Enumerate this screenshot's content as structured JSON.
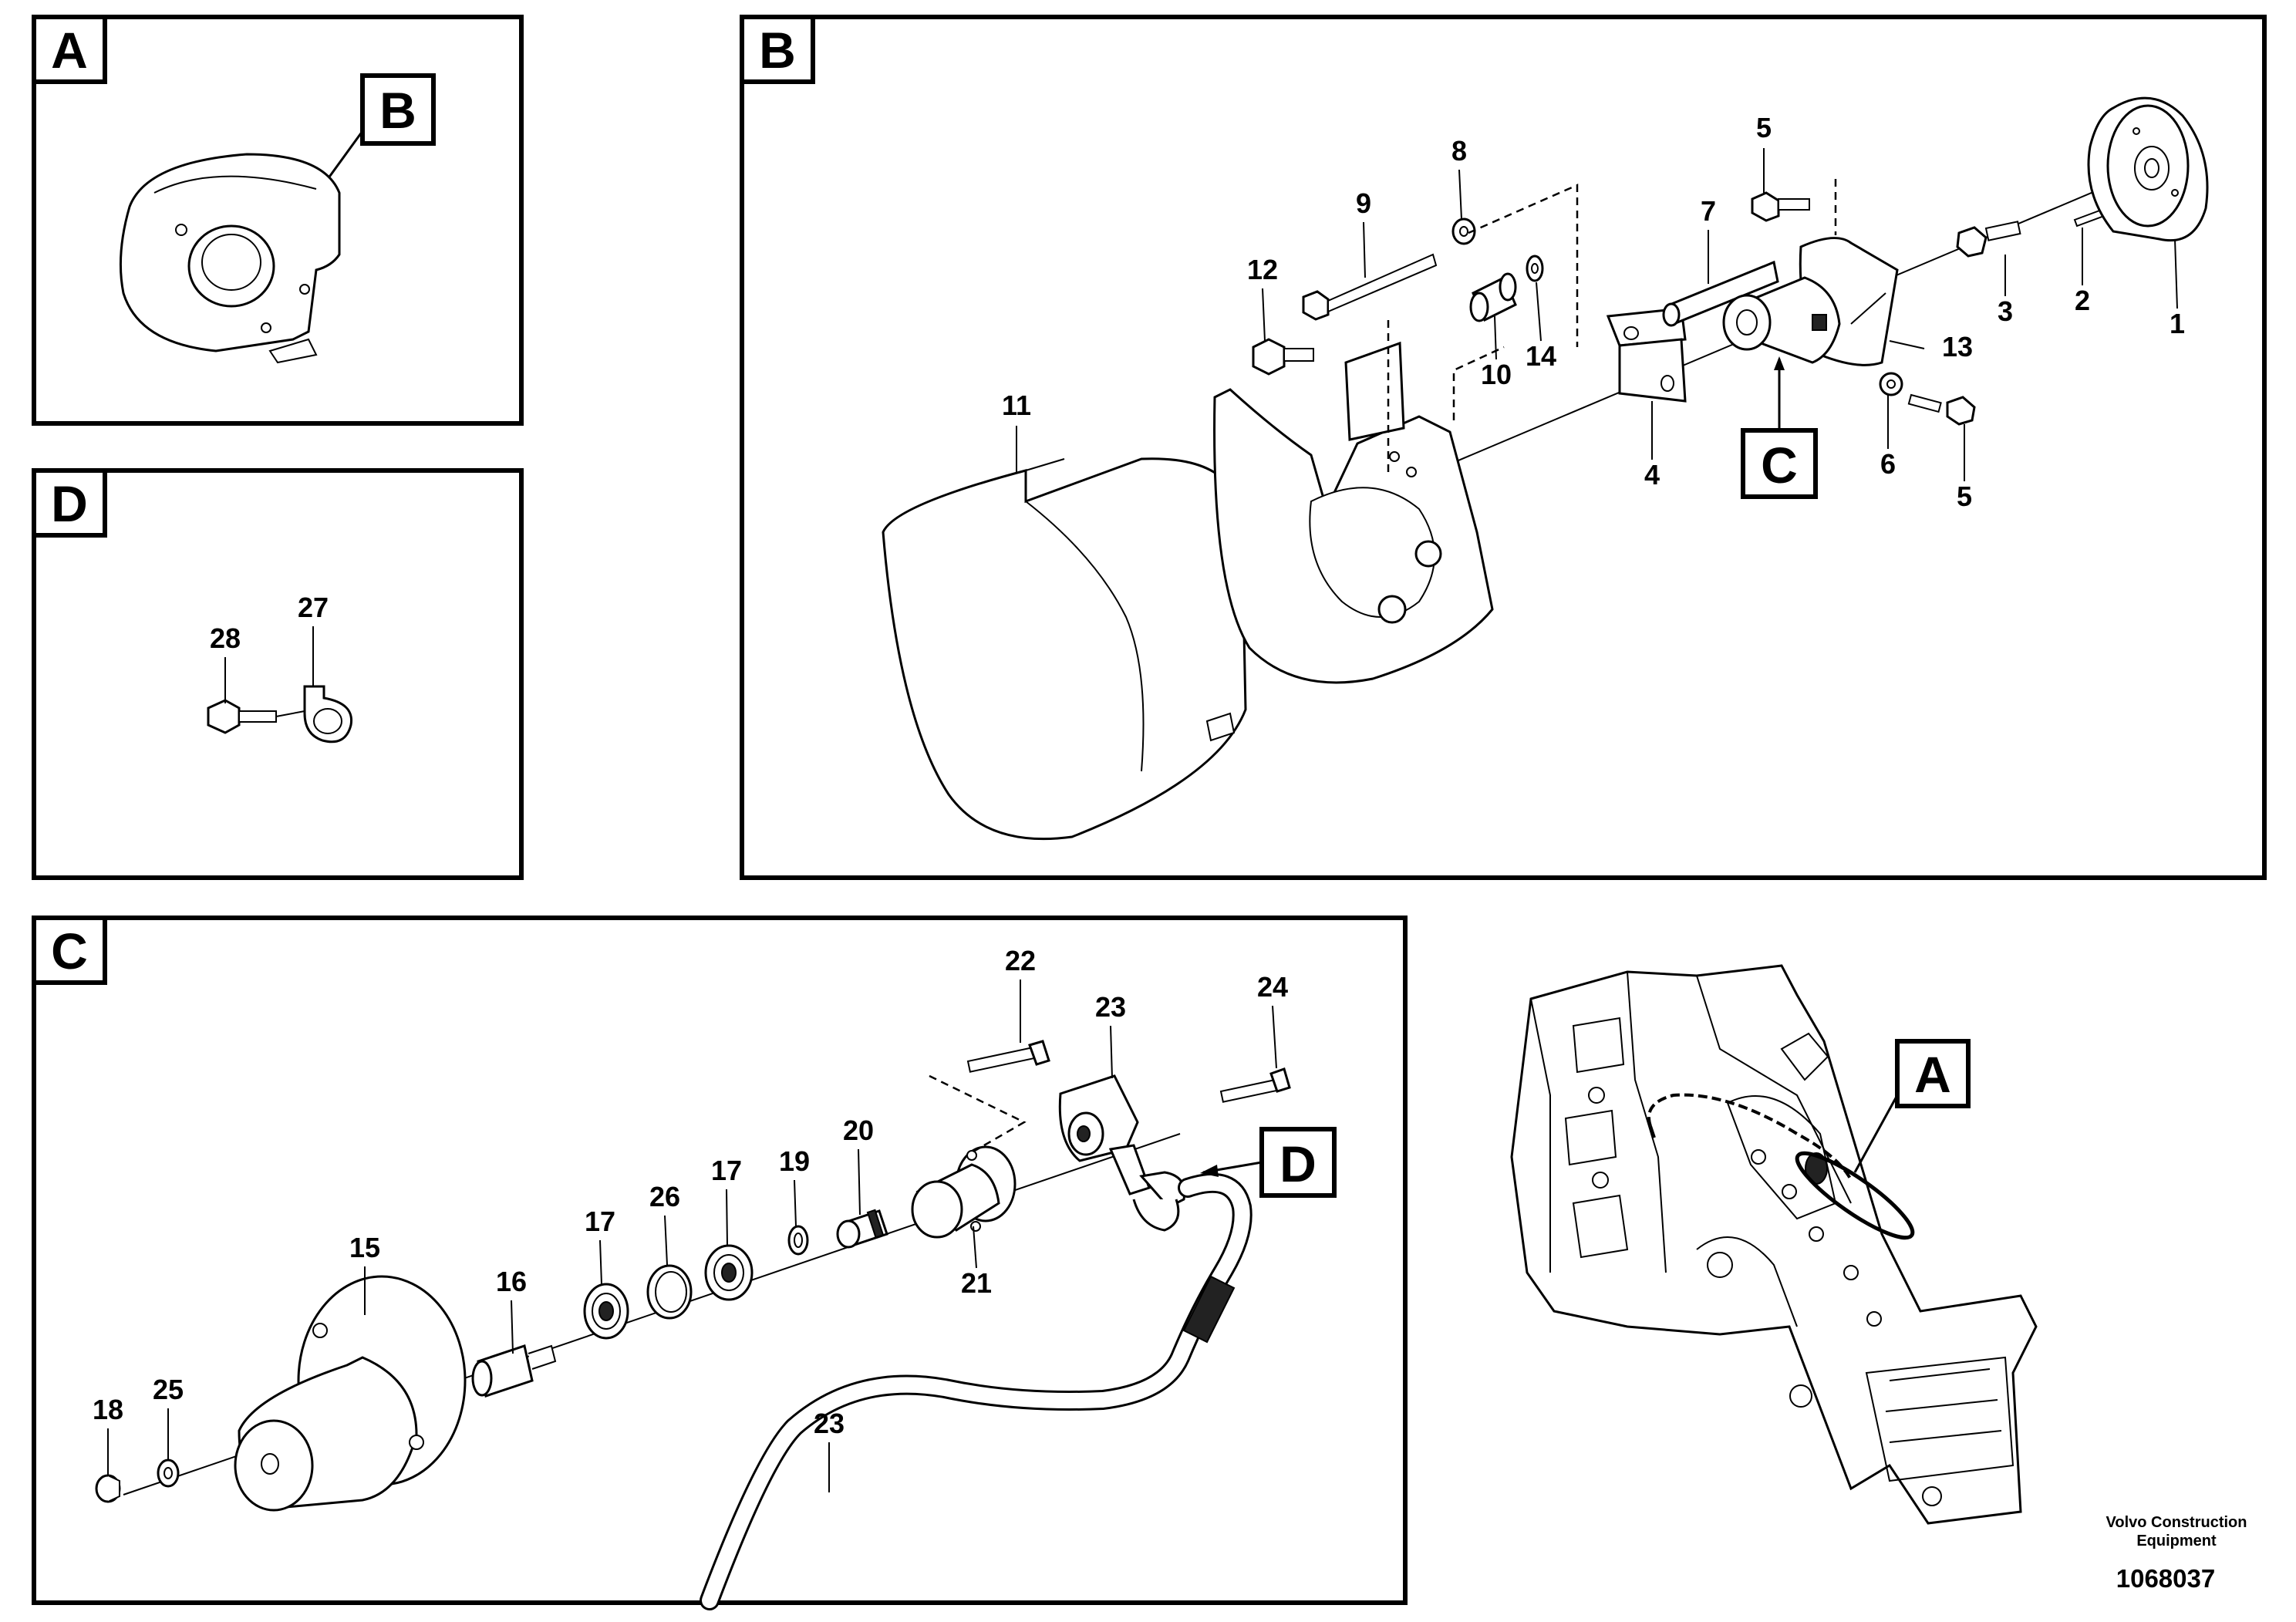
{
  "panels": {
    "a": {
      "tag": "A",
      "callout": "B"
    },
    "b": {
      "tag": "B",
      "callout": "C"
    },
    "c": {
      "tag": "C",
      "callout": "D"
    },
    "d": {
      "tag": "D"
    },
    "overview": {
      "callout": "A"
    }
  },
  "part_numbers": {
    "p1": "1",
    "p2": "2",
    "p3": "3",
    "p4": "4",
    "p5a": "5",
    "p5b": "5",
    "p6": "6",
    "p7": "7",
    "p8": "8",
    "p9": "9",
    "p10": "10",
    "p11": "11",
    "p12": "12",
    "p13": "13",
    "p14": "14",
    "p15": "15",
    "p16": "16",
    "p17a": "17",
    "p17b": "17",
    "p18": "18",
    "p19": "19",
    "p20": "20",
    "p21": "21",
    "p22": "22",
    "p23a": "23",
    "p23b": "23",
    "p24": "24",
    "p25": "25",
    "p26": "26",
    "p27": "27",
    "p28": "28"
  },
  "footer": {
    "brand_line1": "Volvo Construction",
    "brand_line2": "Equipment",
    "document_number": "1068037"
  }
}
